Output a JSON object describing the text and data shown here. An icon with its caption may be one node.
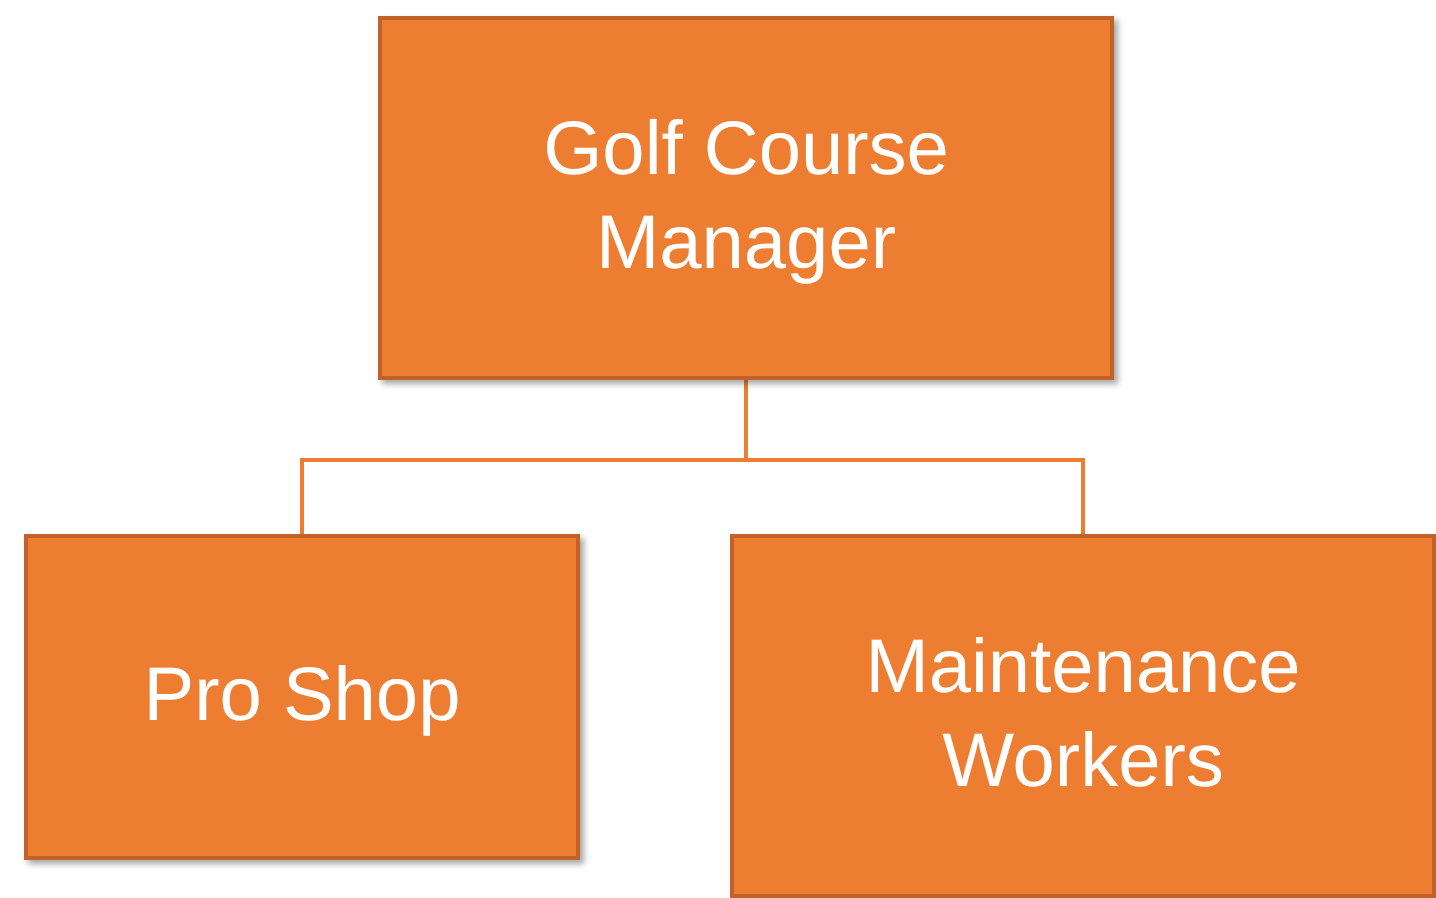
{
  "diagram": {
    "nodes": [
      {
        "text": [
          "Golf Course Manager"
        ]
      },
      {
        "text": [
          "Pro Shop"
        ]
      },
      {
        "text": [
          "Maintenance Workers"
        ]
      }
    ],
    "edges": [
      {
        "from": 0,
        "to": 1,
        "arrow": "none"
      },
      {
        "from": 0,
        "to": 2,
        "arrow": "none"
      }
    ]
  }
}
